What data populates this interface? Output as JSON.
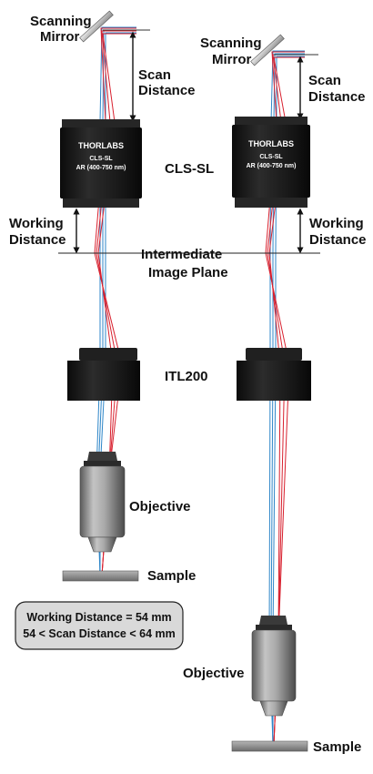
{
  "labels": {
    "scanning_mirror_left_l1": "Scanning",
    "scanning_mirror_left_l2": "Mirror",
    "scanning_mirror_right_l1": "Scanning",
    "scanning_mirror_right_l2": "Mirror",
    "scan_distance_left_l1": "Scan",
    "scan_distance_left_l2": "Distance",
    "scan_distance_right_l1": "Scan",
    "scan_distance_right_l2": "Distance",
    "scan_lens": "CLS-SL",
    "working_distance_left_l1": "Working",
    "working_distance_left_l2": "Distance",
    "working_distance_right_l1": "Working",
    "working_distance_right_l2": "Distance",
    "intermediate_l1": "Intermediate",
    "intermediate_l2": "Image Plane",
    "tube_lens": "ITL200",
    "objective_left": "Objective",
    "objective_right": "Objective",
    "sample_left": "Sample",
    "sample_right": "Sample"
  },
  "lens_markings": {
    "brand": "THORLABS",
    "model": "CLS-SL",
    "coating": "AR (400-750 nm)"
  },
  "spec_box": {
    "line1": "Working Distance = 54 mm",
    "line2": "54 < Scan Distance < 64 mm"
  },
  "colors": {
    "ray_blue": "#2e86c8",
    "ray_red": "#d8202e",
    "lens_body": "#1d1d1d",
    "spec_box_fill": "#d9d9d9"
  }
}
